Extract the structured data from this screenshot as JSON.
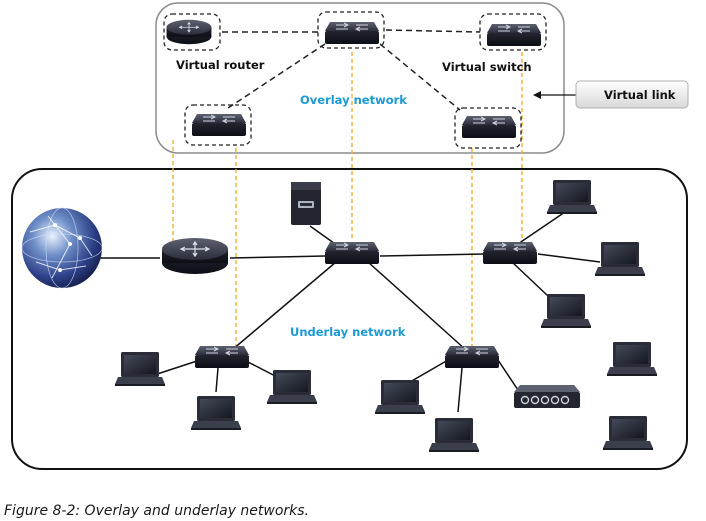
{
  "labels": {
    "virtual_router": "Virtual router",
    "virtual_switch": "Virtual switch",
    "overlay": "Overlay network",
    "underlay": "Underlay network",
    "virtual_link": "Virtual link"
  },
  "caption": "Figure 8-2: Overlay and underlay networks.",
  "colors": {
    "overlay_label": "#1a9ad6",
    "virtual_link_line": "#f0b030",
    "device_dark": "#1c1f2e"
  }
}
